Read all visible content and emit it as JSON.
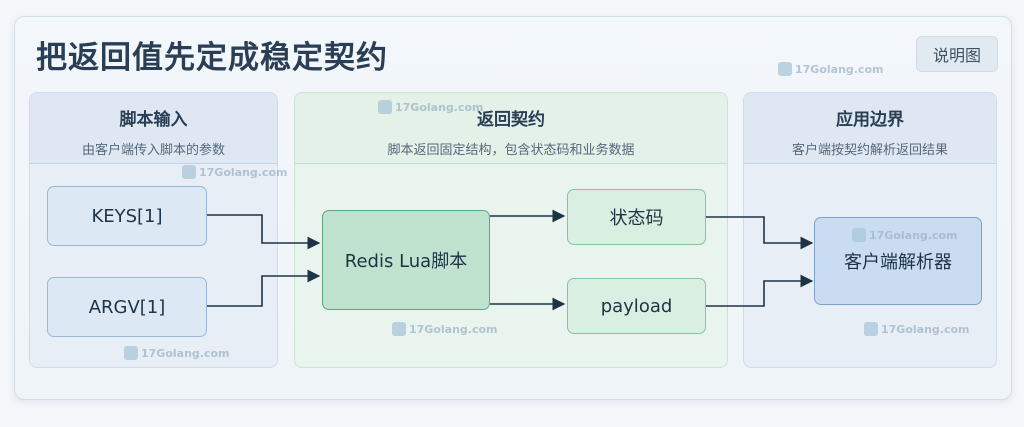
{
  "title": "把返回值先定成稳定契约",
  "legend_button": "说明图",
  "columns": {
    "left": {
      "heading": "脚本输入",
      "subheading": "由客户端传入脚本的参数"
    },
    "middle": {
      "heading": "返回契约",
      "subheading": "脚本返回固定结构，包含状态码和业务数据"
    },
    "right": {
      "heading": "应用边界",
      "subheading": "客户端按契约解析返回结果"
    }
  },
  "nodes": {
    "keys": "KEYS[1]",
    "argv": "ARGV[1]",
    "script": "Redis Lua脚本",
    "status": "状态码",
    "payload": "payload",
    "parser": "客户端解析器"
  },
  "watermark": "17Golang.com"
}
